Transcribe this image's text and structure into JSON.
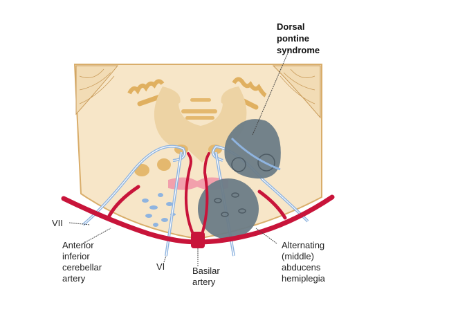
{
  "labels": {
    "dorsal": [
      "Dorsal",
      "pontine",
      "syndrome"
    ],
    "vii": "VII",
    "aica": [
      "Anterior",
      "inferior",
      "cerebellar",
      "artery"
    ],
    "vi": "VI",
    "basilar": [
      "Basilar",
      "artery"
    ],
    "alternating": [
      "Alternating",
      "(middle)",
      "abducens",
      "hemiplegia"
    ]
  },
  "colors": {
    "tissue": "#f7e6c8",
    "outline": "#d9ad6a",
    "nucleus": "#e4b86e",
    "artery": "#c8143a",
    "nerve": "#8fb4e0",
    "lesion": "#6b7c87",
    "pink": "#f2a0ac"
  }
}
